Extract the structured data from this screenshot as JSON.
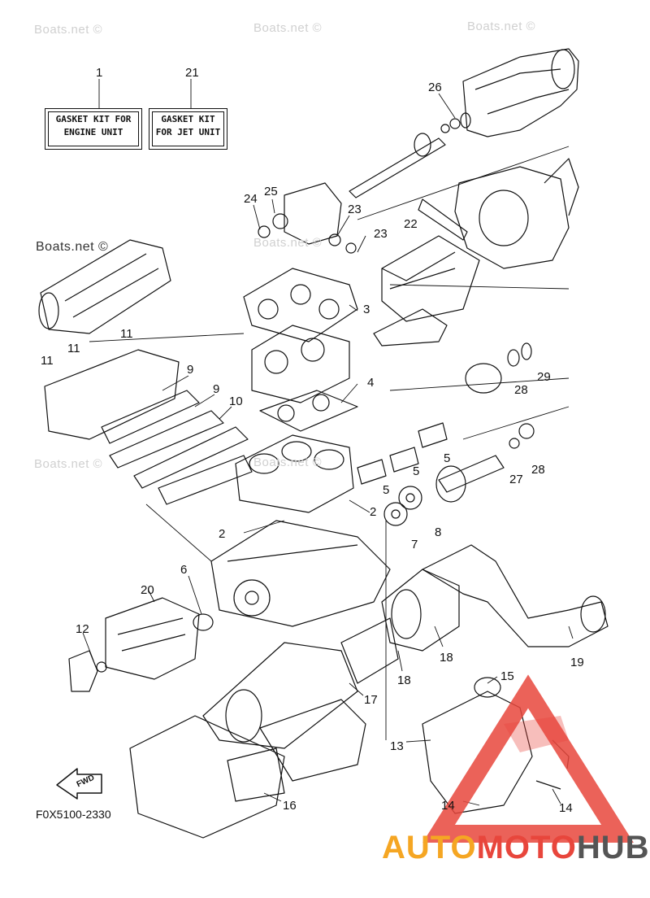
{
  "watermarks": {
    "boats_tl": "Boats.net ©",
    "boats_tc": "Boats.net ©",
    "boats_tr": "Boats.net ©",
    "boats_ml": "Boats.net ©",
    "boats_left": "Boats.net ©",
    "boats_c": "Boats.net ©",
    "boats_lower": "Boats.net ©"
  },
  "kits": {
    "engine": {
      "ref": "1",
      "line1": "GASKET KIT FOR",
      "line2": "ENGINE UNIT"
    },
    "jet": {
      "ref": "21",
      "line1": "GASKET KIT",
      "line2": "FOR JET UNIT"
    }
  },
  "callouts": {
    "c26": "26",
    "c25": "25",
    "c24": "24",
    "c23a": "23",
    "c23b": "23",
    "c22": "22",
    "c3": "3",
    "c11a": "11",
    "c11b": "11",
    "c11c": "11",
    "c9a": "9",
    "c9b": "9",
    "c10": "10",
    "c4": "4",
    "c28a": "28",
    "c29": "29",
    "c5a": "5",
    "c5b": "5",
    "c5c": "5",
    "c27": "27",
    "c28b": "28",
    "c2a": "2",
    "c2b": "2",
    "c7": "7",
    "c8": "8",
    "c6": "6",
    "c20": "20",
    "c12": "12",
    "c19": "19",
    "c18a": "18",
    "c18b": "18",
    "c17": "17",
    "c15": "15",
    "c13": "13",
    "c16": "16",
    "c14a": "14",
    "c14b": "14"
  },
  "fwd_label": "FWD",
  "diagram_code": "F0X5100-2330",
  "brand": {
    "part1": "AUTO",
    "part2": "MOTO",
    "part3": "HUB"
  },
  "colors": {
    "line": "#111111",
    "brand_orange": "#f5a623",
    "brand_red": "#e8463c",
    "brand_gray": "#555555"
  }
}
